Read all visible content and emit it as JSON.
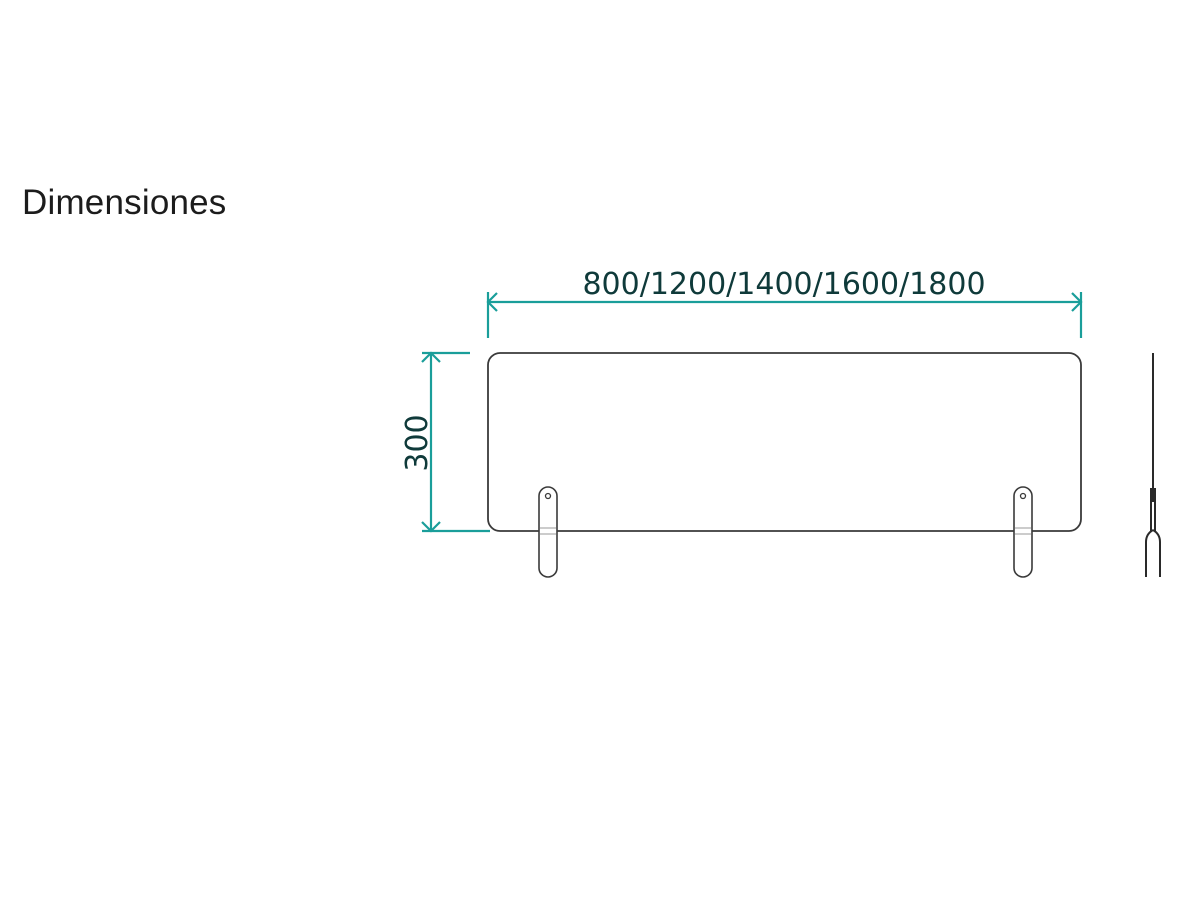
{
  "page": {
    "title": "Dimensiones"
  },
  "diagram": {
    "type": "technical-drawing",
    "subject": "desk divider panel with two mounting brackets",
    "views": [
      "front view",
      "side view"
    ],
    "width_label": "800/1200/1400/1600/1800",
    "height_label": "300",
    "width_options_mm": [
      800,
      1200,
      1400,
      1600,
      1800
    ],
    "height_mm": 300,
    "colors": {
      "dimension_line": "#1a9e9a",
      "dimension_text": "#0f3a3a",
      "outline": "#3a3a3a",
      "background": "#ffffff"
    }
  }
}
